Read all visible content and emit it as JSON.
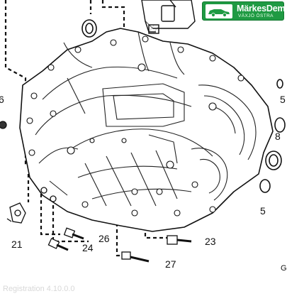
{
  "brand": {
    "name": "MärkesDemo",
    "subtitle": "VÄXJÖ ÖSTRA",
    "color": "#1f9a43",
    "icon": "car-icon"
  },
  "diagram": {
    "callouts": [
      {
        "id": "6",
        "label": "6"
      },
      {
        "id": "21",
        "label": "21"
      },
      {
        "id": "24",
        "label": "24"
      },
      {
        "id": "26",
        "label": "26"
      },
      {
        "id": "23",
        "label": "23"
      },
      {
        "id": "27",
        "label": "27"
      },
      {
        "id": "8",
        "label": "8"
      },
      {
        "id": "5a",
        "label": "5"
      },
      {
        "id": "5b",
        "label": "5"
      },
      {
        "id": "g",
        "label": "G"
      }
    ]
  },
  "footer": {
    "version": "Registration 4.10.0.0"
  }
}
